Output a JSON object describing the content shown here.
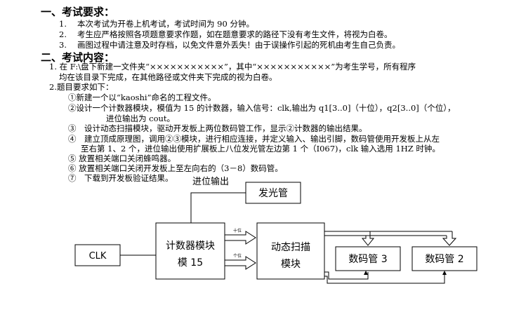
{
  "section1": {
    "title": "一、考试要求：",
    "items": [
      {
        "num": "1.",
        "text": "本次考试为开卷上机考试，考试时间为 90 分钟。"
      },
      {
        "num": "2.",
        "text": "考生应严格按照各项题意要求作题，如在题意要求的路径下没有考生文件，将视为白卷。"
      },
      {
        "num": "3.",
        "text": "画图过程中请注意及时存档，以免文件意外丢失！由于误操作引起的死机由考生自己负责。"
      }
    ]
  },
  "section2": {
    "title": "二、考试内容：",
    "p1_line1": "1. 在 F:\\盘下新建一文件夹“×××××××××××”，其中“×××××××××××”为考生学号，所有程序",
    "p1_line2": "均在该目录下完成，在其他路径或文件夹下完成的视为白卷。",
    "p2_heading": "2.题目要求如下：",
    "req1": "①新建一个以“kaoshi”命名的工程文件。",
    "req2_line1": "②设计一个计数器模块，模值为 15 的计数器，输入信号：clk,输出为 q1[3..0]（十位），q2[3..0]（个位），",
    "req2_line2": "进位输出为 cout。",
    "req3": "③　设计动态扫描模块，驱动开发板上两位数码管工作，显示②计数器的输出结果。",
    "req4_line1": "④　建立顶成原理图，调用②③模块，进行相应连接，并定义输入、输出引脚，数码管使用开发板上从左",
    "req4_line2": "至右第 1、2 个，进位输出使用扩展板上八位发光管左边第 1 个（I067)，clk 输入选用 1HZ 时钟。",
    "req5": "⑤  放置相关端口关闭蜂鸣器。",
    "req6": "⑥  放置相关端口关闭开发板上至左向右的（3－8）数码管。",
    "req7": "⑦　下载到开发板验证结果。"
  },
  "diagram": {
    "carry_label": "进位输出",
    "led_box": "发光管",
    "clk_box": "CLK",
    "counter_line1": "计数器模块",
    "counter_line2": "模 15",
    "tens_label": "十位",
    "ones_label": "个位",
    "scan_line1": "动态扫描",
    "scan_line2": "模块",
    "digit3": "数码管 3",
    "digit2": "数码管 2"
  }
}
